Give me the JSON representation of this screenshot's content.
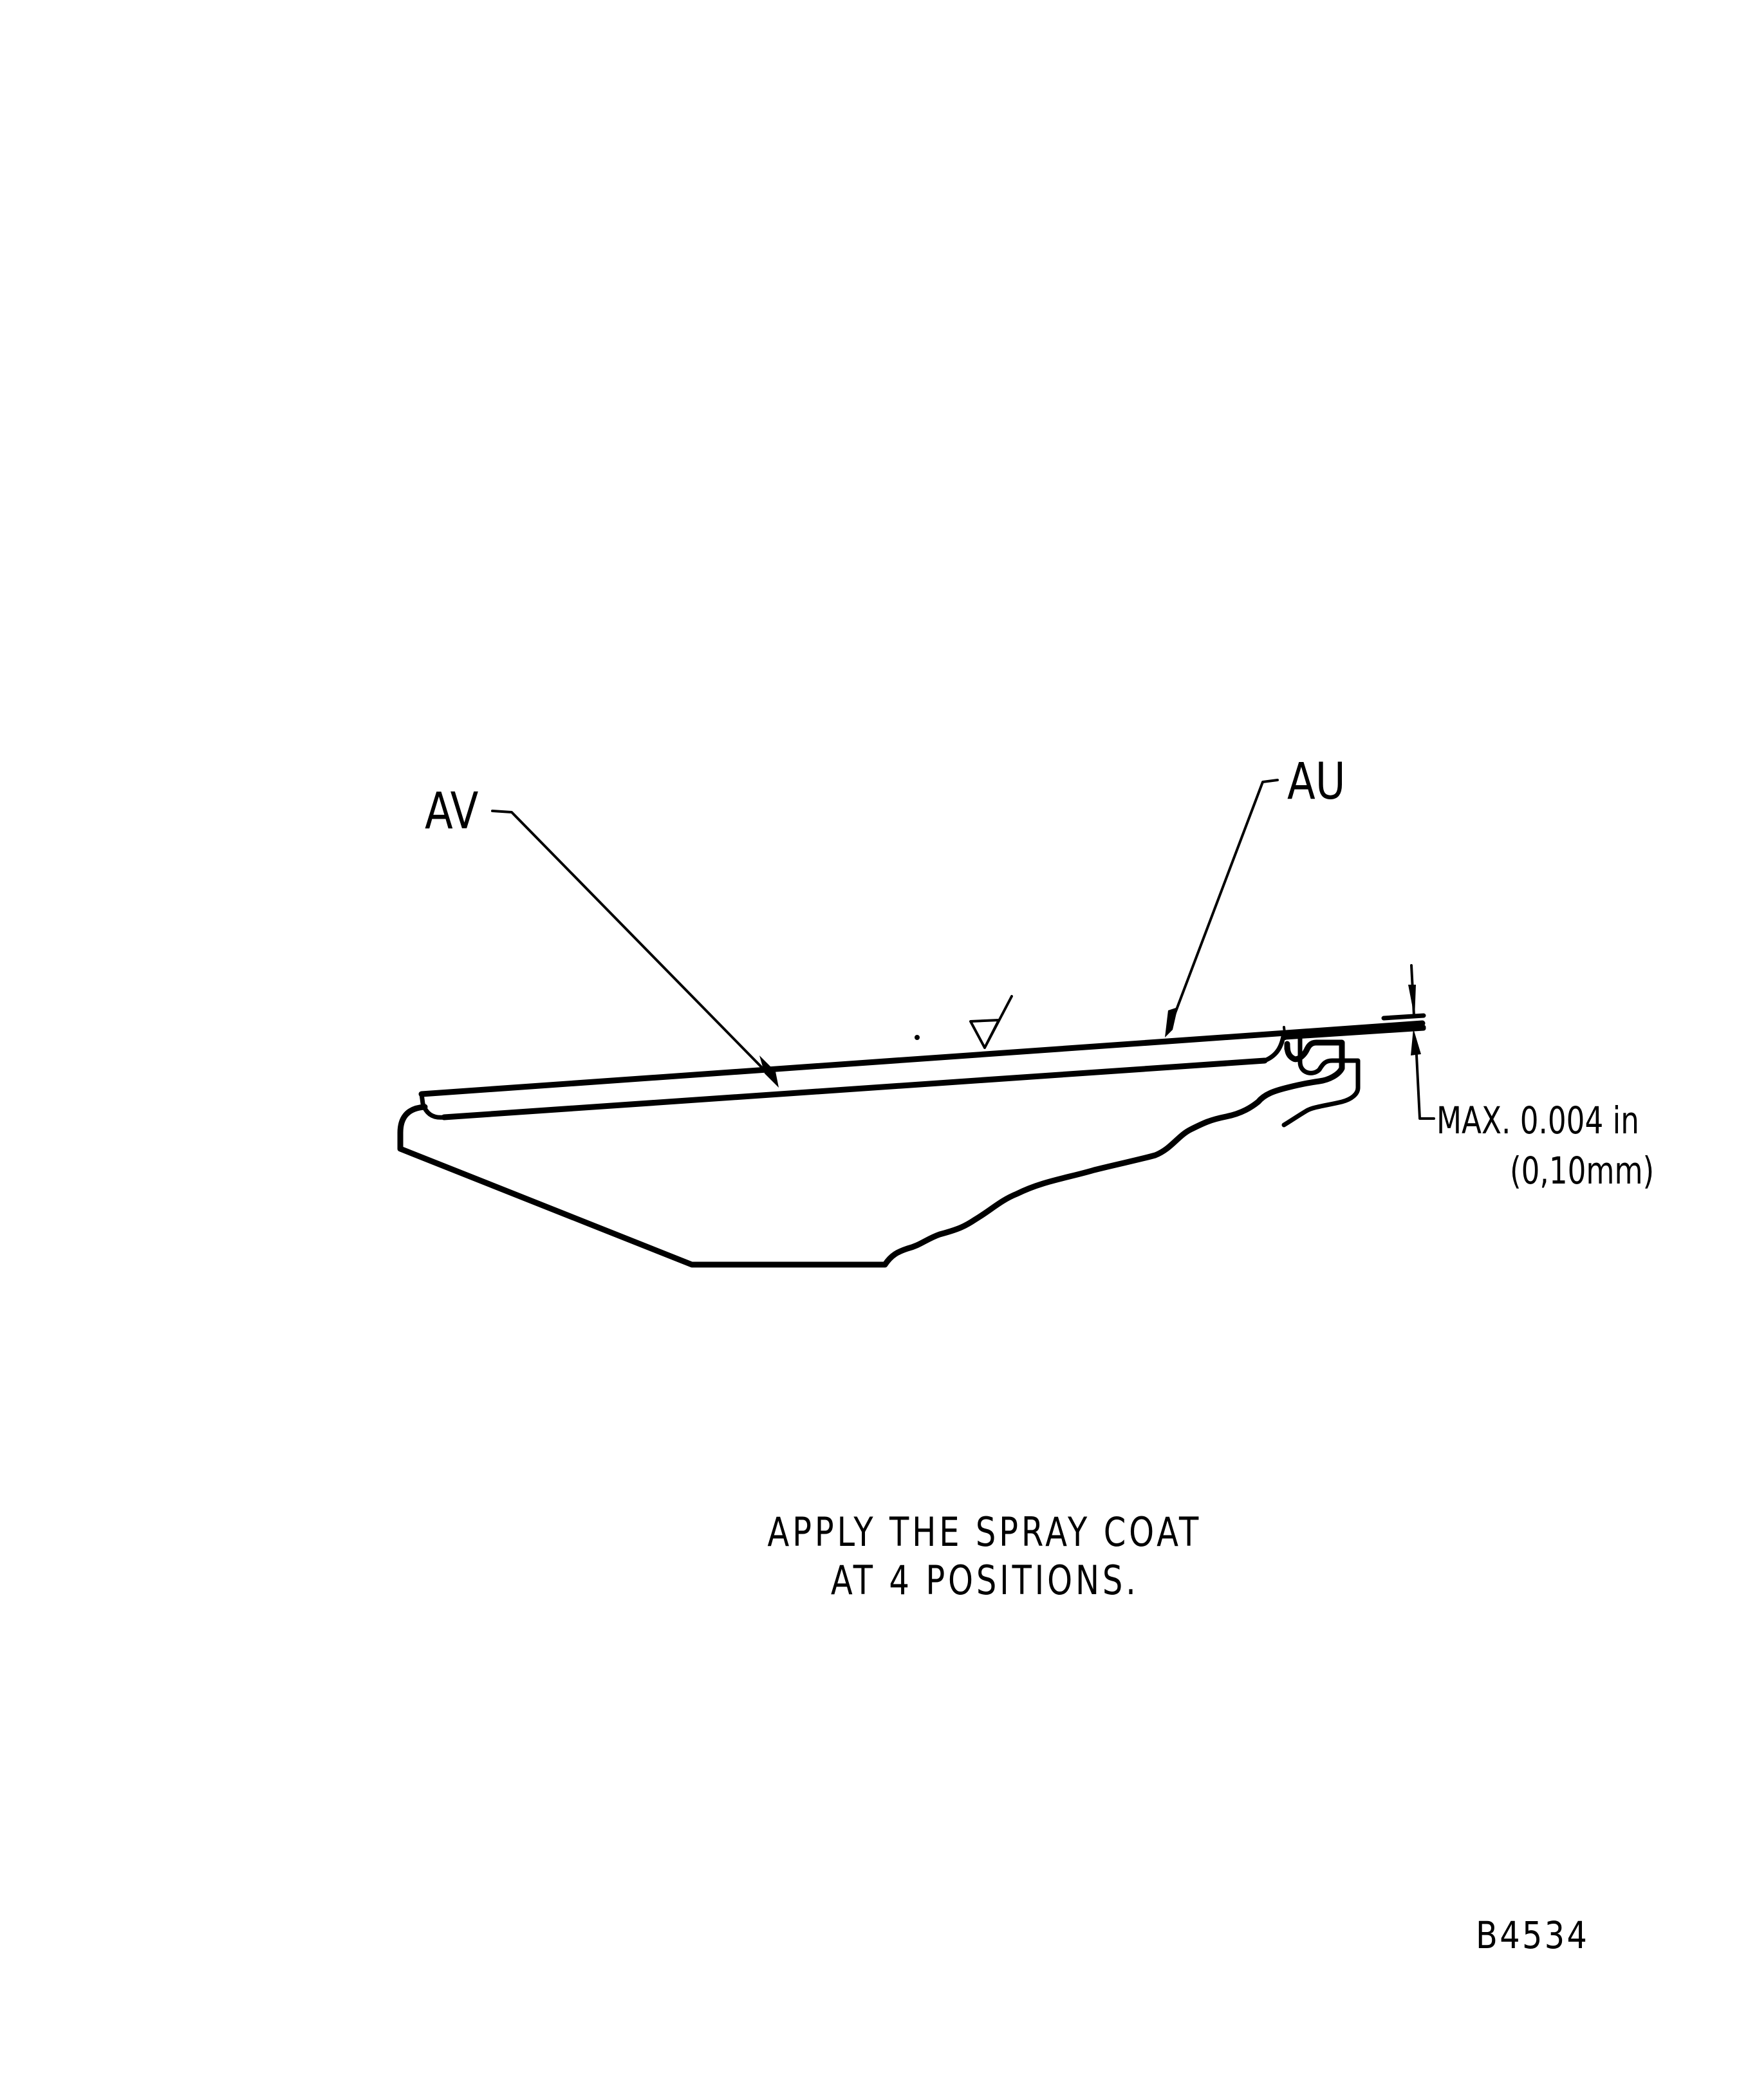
{
  "diagram": {
    "type": "technical-illustration",
    "subject": "Cross-section of a part with spray coat layer applied on top surface",
    "callouts": {
      "av": "AV",
      "au": "AU"
    },
    "dimension": {
      "line1": "MAX. 0.004 in",
      "line2": "(0,10mm)"
    },
    "caption": {
      "line1": "APPLY THE SPRAY COAT",
      "line2": "AT 4 POSITIONS."
    },
    "figure_id": "B4534",
    "colors": {
      "ink": "#000000",
      "paper": "#ffffff"
    }
  }
}
